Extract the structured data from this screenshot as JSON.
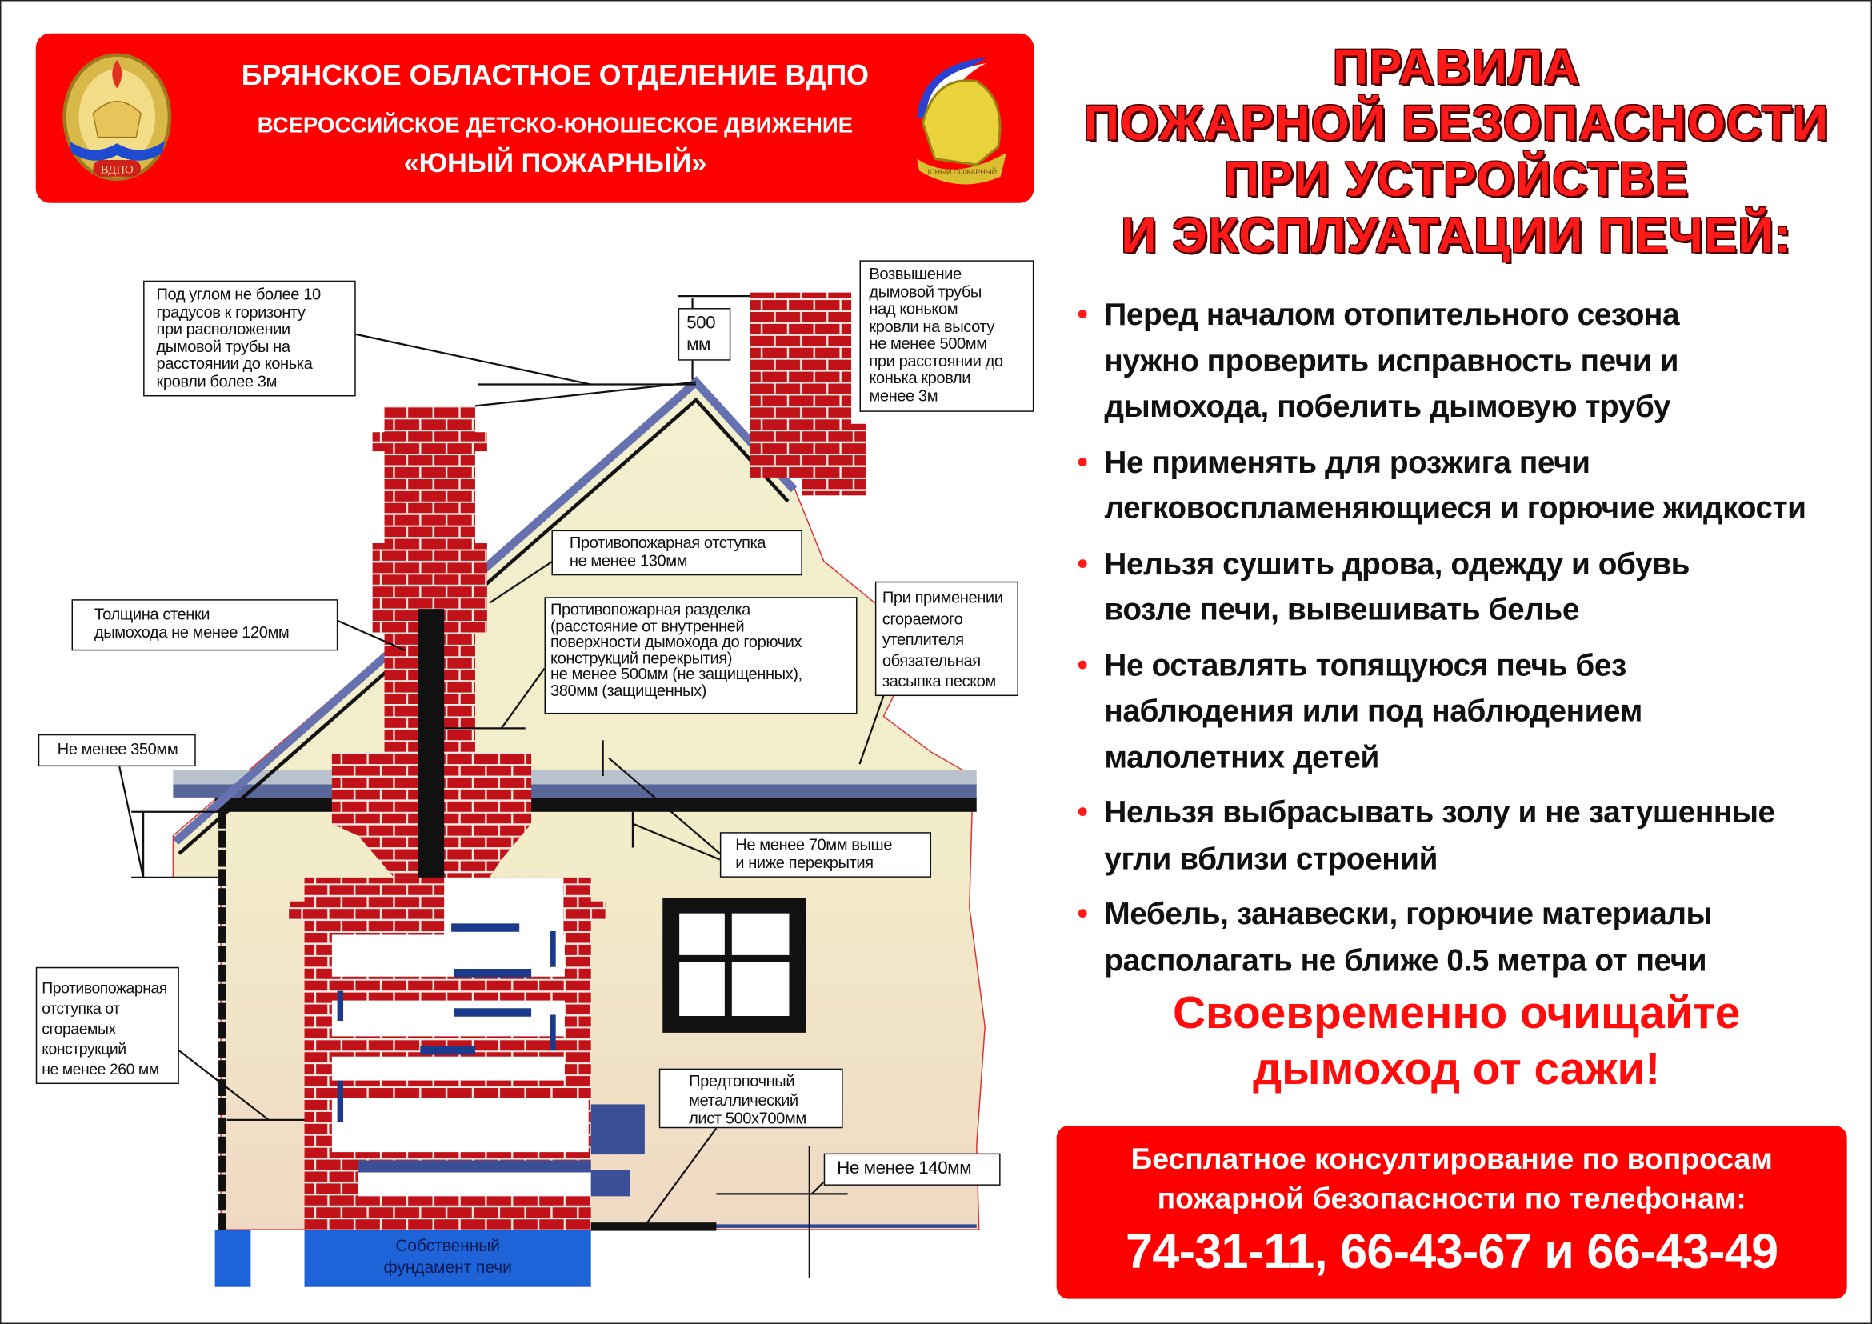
{
  "header": {
    "line1": "БРЯНСКОЕ ОБЛАСТНОЕ ОТДЕЛЕНИЕ ВДПО",
    "line2": "ВСЕРОССИЙСКОЕ ДЕТСКО-ЮНОШЕСКОЕ  ДВИЖЕНИЕ",
    "line3": "«ЮНЫЙ ПОЖАРНЫЙ»",
    "left_logo_text": "ВДПО",
    "right_logo_text": "ЮНЫЙ ПОЖАРНЫЙ",
    "background_color": "#fe0000"
  },
  "title": {
    "lines": [
      "ПРАВИЛА",
      "ПОЖАРНОЙ  БЕЗОПАСНОСТИ",
      "ПРИ  УСТРОЙСТВЕ",
      "И  ЭКСПЛУАТАЦИИ  ПЕЧЕЙ:"
    ],
    "color": "#ff1a1a"
  },
  "rules": [
    {
      "bullet": "•",
      "lines": [
        "Перед началом отопительного сезона",
        "нужно проверить исправность печи и",
        "дымохода, побелить дымовую трубу"
      ]
    },
    {
      "bullet": "•",
      "lines": [
        "Не применять для розжига печи",
        "легковоспламеняющиеся и горючие жидкости"
      ]
    },
    {
      "bullet": "•",
      "lines": [
        "Нельзя сушить дрова, одежду и обувь",
        "возле печи, вывешивать белье"
      ]
    },
    {
      "bullet": "•",
      "lines": [
        "Не оставлять топящуюся печь без",
        "наблюдения или под наблюдением",
        "малолетних детей"
      ]
    },
    {
      "bullet": "•",
      "lines": [
        "Нельзя выбрасывать золу и не затушенные",
        "угли вблизи строений"
      ]
    },
    {
      "bullet": "•",
      "lines": [
        "Мебель, занавески, горючие материалы",
        "располагать не ближе 0.5 метра от печи"
      ]
    }
  ],
  "slogan": {
    "lines": [
      "Своевременно очищайте",
      "дымоход  от сажи!"
    ]
  },
  "contact": {
    "line1": "Бесплатное консултирование по вопросам",
    "line2": "пожарной безопасности по телефонам:",
    "phones": "74-31-11, 66-43-67 и 66-43-49"
  },
  "diagram": {
    "callouts": {
      "angle": [
        "Под углом не более 10",
        "градусов к горизонту",
        "при расположении",
        "дымовой трубы на",
        "расстоянии до конька",
        "кровли более 3м"
      ],
      "height_500": [
        "500",
        "мм"
      ],
      "elevation": [
        "Возвышение",
        "дымовой трубы",
        "над коньком",
        "кровли на высоту",
        "не менее 500мм",
        "при расстоянии до",
        "конька кровли",
        "менее 3м"
      ],
      "setback_130": [
        "Противопожарная отступка",
        "не менее 130мм"
      ],
      "cutting": [
        "Противопожарная разделка",
        "(расстояние от внутренней",
        "поверхности дымохода до горючих",
        "конструкций перекрытия)",
        "не менее 500мм (не защищенных),",
        "380мм (защищенных)"
      ],
      "wall_thickness": [
        "Толщина стенки",
        "дымохода не менее 120мм"
      ],
      "insulation": [
        "При применении",
        "сгораемого",
        "утеплителя",
        "обязательная",
        "засыпка песком"
      ],
      "min_350": [
        "Не менее 350мм"
      ],
      "min_70": [
        "Не менее 70мм выше",
        "и ниже перекрытия"
      ],
      "setback_260": [
        "Противопожарная",
        "отступка от",
        "сгораемых",
        "конструкций",
        "не менее 260 мм"
      ],
      "sheet": [
        "Предтопочный",
        "металлический",
        "лист 500х700мм"
      ],
      "min_140": [
        "Не менее 140мм"
      ],
      "foundation": [
        "Собственный",
        "фундамент печи"
      ]
    },
    "colors": {
      "brick": "#c1121a",
      "wall_upper": "#f2f0cf",
      "wall_lower": "#f0dcc6",
      "foundation": "#1f63d8",
      "roof": "#6672b0"
    }
  }
}
